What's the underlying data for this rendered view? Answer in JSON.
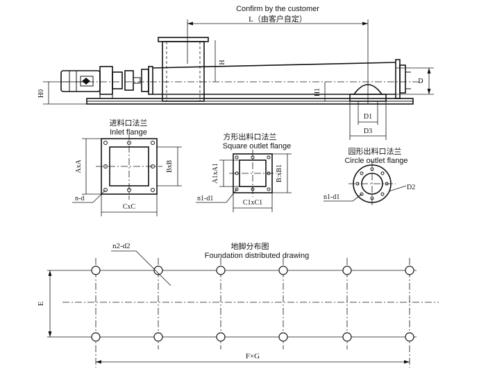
{
  "top_view": {
    "title_en": "Confirm by the customer",
    "title_zh": "L（由客户自定）",
    "label_H": "H",
    "label_H0": "H0",
    "label_H1": "H1",
    "label_D": "D",
    "label_D1": "D1",
    "label_D3": "D3"
  },
  "inlet_flange": {
    "title_zh": "进料口法兰",
    "title_en": "Inlet flange",
    "label_AxA": "AxA",
    "label_BxB": "BxB",
    "label_CxC": "CxC",
    "label_nd": "n-d"
  },
  "square_outlet": {
    "title_zh": "方形出料口法兰",
    "title_en": "Square outlet flange",
    "label_A1xA1": "A1xA1",
    "label_B1xB1": "B:xB1",
    "label_C1xC1": "C1xC1",
    "label_n1d1": "n1-d1"
  },
  "circle_outlet": {
    "title_zh": "园形出料口法兰",
    "title_en": "Circle outlet flange",
    "label_D2": "D2",
    "label_n1d1": "n1-d1"
  },
  "foundation": {
    "title_zh": "地脚分布图",
    "title_en": "Foundation distributed drawing",
    "label_n2d2": "n2-d2",
    "label_E": "E",
    "label_FxG": "F×G"
  }
}
